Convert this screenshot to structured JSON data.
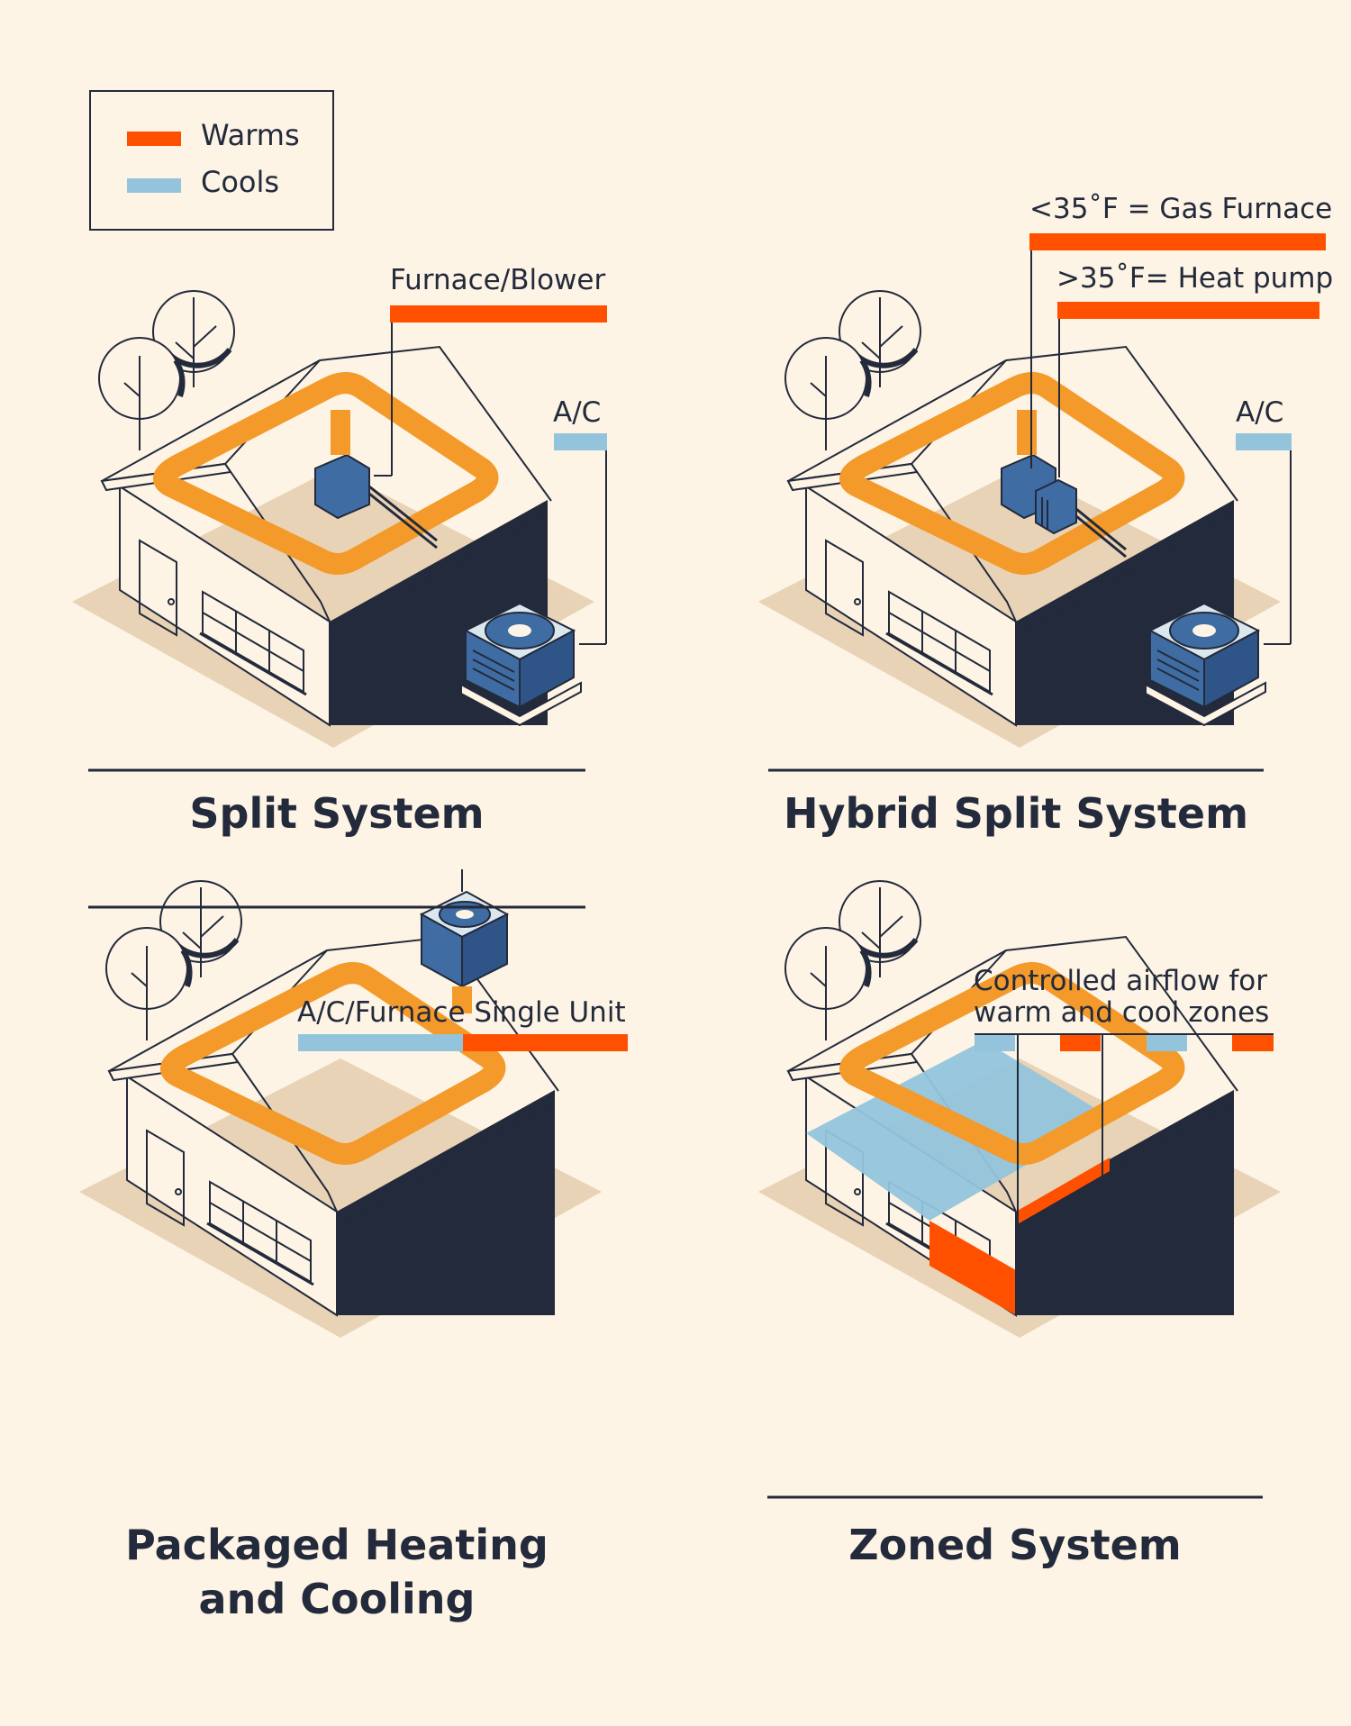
{
  "colors": {
    "background": "#fdf4e5",
    "warm": "#ff5000",
    "duct": "#f39a2b",
    "cool": "#93c4dc",
    "ink": "#232a3b",
    "shadow": "#e8d3b6",
    "unit": "#3f6ca3"
  },
  "legend": {
    "warms": "Warms",
    "cools": "Cools"
  },
  "panels": [
    {
      "title": "Split System",
      "callouts": [
        "Furnace/Blower",
        "A/C"
      ]
    },
    {
      "title": "Hybrid Split System",
      "callouts": [
        "<35˚F = Gas Furnace",
        ">35˚F= Heat pump",
        "A/C"
      ]
    },
    {
      "title_line1": "Packaged Heating",
      "title_line2": "and Cooling",
      "callouts": [
        "A/C/Furnace Single Unit"
      ]
    },
    {
      "title": "Zoned System",
      "callout_line1": "Controlled airflow for",
      "callout_line2": "warm and cool zones"
    }
  ]
}
